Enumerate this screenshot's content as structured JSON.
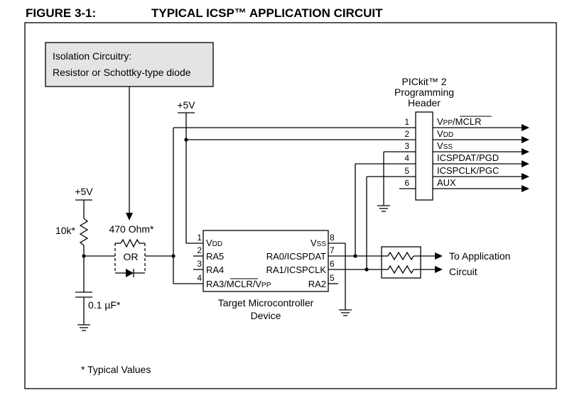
{
  "figure": {
    "number": "FIGURE 3-1:",
    "title": "TYPICAL ICSP™ APPLICATION CIRCUIT"
  },
  "isolation_note": {
    "line1": "Isolation Circuitry:",
    "line2": "Resistor or Schottky-type diode"
  },
  "header": {
    "title_line1": "PICkit™ 2",
    "title_line2": "Programming",
    "title_line3": "Header",
    "pins": [
      {
        "num": "1",
        "name": "V",
        "sub": "PP",
        "tail": "/MCLR"
      },
      {
        "num": "2",
        "name": "V",
        "sub": "DD",
        "tail": ""
      },
      {
        "num": "3",
        "name": "V",
        "sub": "SS",
        "tail": ""
      },
      {
        "num": "4",
        "name": "ICSPDAT/PGD",
        "sub": "",
        "tail": ""
      },
      {
        "num": "5",
        "name": "ICSPCLK/PGC",
        "sub": "",
        "tail": ""
      },
      {
        "num": "6",
        "name": "AUX",
        "sub": "",
        "tail": ""
      }
    ]
  },
  "supply_top": "+5V",
  "supply_left": "+5V",
  "pullup_resistor": "10k*",
  "isolation_resistor": "470 Ohm*",
  "or_label": "OR",
  "capacitor": "0.1 µF*",
  "mcu": {
    "caption_line1": "Target Microcontroller",
    "caption_line2": "Device",
    "left_pins": [
      {
        "num": "1",
        "name": "V",
        "sub": "DD",
        "pre": "",
        "over": "",
        "post": ""
      },
      {
        "num": "2",
        "name": "RA5",
        "sub": "",
        "pre": "",
        "over": "",
        "post": ""
      },
      {
        "num": "3",
        "name": "RA4",
        "sub": "",
        "pre": "",
        "over": "",
        "post": ""
      },
      {
        "num": "4",
        "name": "",
        "sub": "PP",
        "pre": "RA3/",
        "over": "MCLR",
        "post": "/V"
      }
    ],
    "right_pins": [
      {
        "num": "8",
        "name": "V",
        "sub": "SS"
      },
      {
        "num": "7",
        "name": "RA0/ICSPDAT",
        "sub": ""
      },
      {
        "num": "6",
        "name": "RA1/ICSPCLK",
        "sub": ""
      },
      {
        "num": "5",
        "name": "RA2",
        "sub": ""
      }
    ]
  },
  "application": {
    "line1": "To Application",
    "line2": "Circuit"
  },
  "footnote": "*  Typical Values"
}
